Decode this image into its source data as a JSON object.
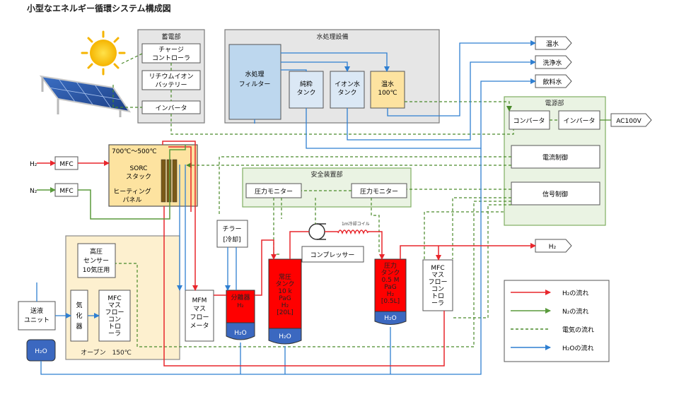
{
  "title": "小型なエネルギー循環システム構成図",
  "groups": {
    "storage": "蓄電部",
    "water": "水処理設備",
    "power": "電源部",
    "safety": "安全装置部",
    "oven": "オーブン　150℃"
  },
  "storage": {
    "charge": [
      "チャージ",
      "コントローラ"
    ],
    "battery": [
      "リチウムイオン",
      "バッテリー"
    ],
    "inverter": "インバータ"
  },
  "water": {
    "filter": [
      "水処理",
      "フィルター"
    ],
    "pure": [
      "純粋",
      "タンク"
    ],
    "ion": [
      "イオン水",
      "タンク"
    ],
    "hot": [
      "温水",
      "100℃"
    ]
  },
  "outputs": {
    "hot": "温水",
    "wash": "洗浄水",
    "drink": "飲料水",
    "ac": "AC100V",
    "h2": "H₂"
  },
  "power": {
    "converter": "コンバータ",
    "inverter": "インバータ",
    "current": "電流制御",
    "signal": "信号制御"
  },
  "inputs": {
    "h2": "H₂",
    "n2": "N₂",
    "mfc": "MFC"
  },
  "sorc": {
    "temp": "700℃～500℃",
    "stack": [
      "SORC",
      "スタック"
    ],
    "heater": [
      "ヒーティング",
      "パネル"
    ]
  },
  "safety": {
    "monitor1": "圧力モニター",
    "monitor2": "圧力モニター"
  },
  "chiller": [
    "チラー",
    "[冷却]"
  ],
  "coil": "1m冷却コイル",
  "compressor": "コンプレッサー",
  "separator": {
    "label": "分離器",
    "sub": "H₂",
    "bottom": "H₂O"
  },
  "tank_normal": {
    "lines": [
      "常圧",
      "タンク",
      "10 k",
      "PaG",
      "H₂",
      "[20L]"
    ],
    "bottom": "H₂O"
  },
  "tank_press": {
    "lines": [
      "圧力",
      "タンク",
      "0.5 M",
      "PaG",
      "H₂",
      "[0.5L]"
    ],
    "bottom": "H₂O"
  },
  "mfc_right": [
    "MFC",
    "マス",
    "フロー",
    "コン",
    "トロ",
    "ーラ"
  ],
  "mfm": [
    "MFM",
    "マス",
    "フロー",
    "メータ"
  ],
  "oven": {
    "sensor": [
      "高圧",
      "センサー",
      "10気圧用"
    ],
    "vapor": [
      "気",
      "化",
      "器"
    ],
    "mfc": [
      "MFC",
      "マス",
      "フロー",
      "コン",
      "トロ",
      "ーラ"
    ]
  },
  "feed": [
    "送液",
    "ユニット"
  ],
  "h2o": "H₂O",
  "legend": [
    "H₂の流れ",
    "N₂の流れ",
    "電気の流れ",
    "H₂Oの流れ"
  ],
  "colors": {
    "h2": "#e8262c",
    "n2": "#5a9a3c",
    "elec": "#4a8a2a",
    "water": "#2f7fd1"
  }
}
